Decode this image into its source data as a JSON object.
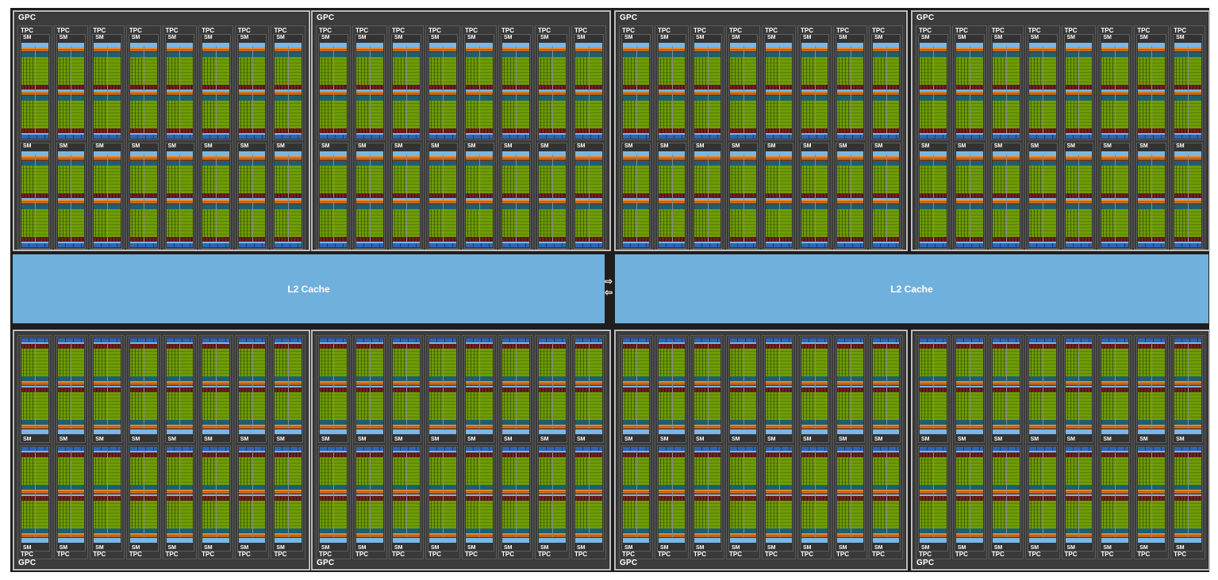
{
  "diagram": {
    "title": "GPU full chip block diagram",
    "labels": {
      "gpc": "GPC",
      "tpc": "TPC",
      "sm": "SM",
      "l2": "L2 Cache"
    },
    "layout_counts": {
      "gpcs": 8,
      "gpcs_per_row": 4,
      "tpcs_per_gpc": 8,
      "sms_per_tpc": 2,
      "l2_partitions": 2
    },
    "gpcs": [
      {
        "id": "gpc-0",
        "row": "top",
        "label": "GPC"
      },
      {
        "id": "gpc-1",
        "row": "top",
        "label": "GPC"
      },
      {
        "id": "gpc-2",
        "row": "top",
        "label": "GPC"
      },
      {
        "id": "gpc-3",
        "row": "top",
        "label": "GPC"
      },
      {
        "id": "gpc-4",
        "row": "bottom",
        "label": "GPC"
      },
      {
        "id": "gpc-5",
        "row": "bottom",
        "label": "GPC"
      },
      {
        "id": "gpc-6",
        "row": "bottom",
        "label": "GPC"
      },
      {
        "id": "gpc-7",
        "row": "bottom",
        "label": "GPC"
      }
    ],
    "l2_cache": [
      {
        "id": "l2-left",
        "label": "L2 Cache"
      },
      {
        "id": "l2-right",
        "label": "L2 Cache"
      }
    ],
    "interconnect": {
      "icon": "bidirectional-arrow-icon",
      "glyph_right": "⇨",
      "glyph_left": "⇦"
    },
    "colors": {
      "chip_background": "#1e1e1e",
      "gpc_fill": "#3c3c3c",
      "gpc_border": "#bdbdbd",
      "l2_fill": "#70b0dd",
      "sm_core_green": "#6e9c06",
      "sm_light_blue": "#7ab7e3",
      "sm_dark_blue": "#2e64b6",
      "sm_orange": "#e4892c",
      "sm_teal": "#1c5f73",
      "sm_red": "#6a1e1e",
      "text": "#ffffff"
    }
  }
}
